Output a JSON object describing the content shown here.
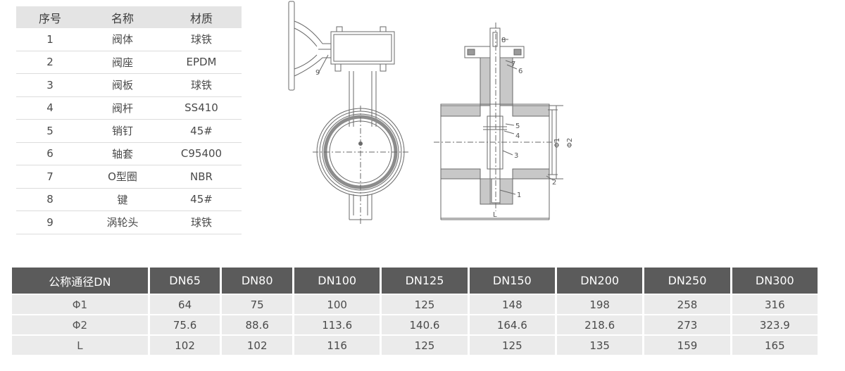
{
  "materials": {
    "headers": [
      "序号",
      "名称",
      "材质"
    ],
    "rows": [
      [
        "1",
        "阀体",
        "球铁"
      ],
      [
        "2",
        "阀座",
        "EPDM"
      ],
      [
        "3",
        "阀板",
        "球铁"
      ],
      [
        "4",
        "阀杆",
        "SS410"
      ],
      [
        "5",
        "销钉",
        "45#"
      ],
      [
        "6",
        "轴套",
        "C95400"
      ],
      [
        "7",
        "O型圈",
        "NBR"
      ],
      [
        "8",
        "键",
        "45#"
      ],
      [
        "9",
        "涡轮头",
        "球铁"
      ]
    ]
  },
  "drawing": {
    "callouts": [
      "1",
      "2",
      "3",
      "4",
      "5",
      "6",
      "7",
      "8",
      "9"
    ],
    "dim_labels": [
      "Φ1",
      "Φ2",
      "L"
    ]
  },
  "dimensions": {
    "header_label": "公称通径DN",
    "columns": [
      "DN65",
      "DN80",
      "DN100",
      "DN125",
      "DN150",
      "DN200",
      "DN250",
      "DN300"
    ],
    "rows": [
      {
        "label": "Φ1",
        "values": [
          "64",
          "75",
          "100",
          "125",
          "148",
          "198",
          "258",
          "316"
        ]
      },
      {
        "label": "Φ2",
        "values": [
          "75.6",
          "88.6",
          "113.6",
          "140.6",
          "164.6",
          "218.6",
          "273",
          "323.9"
        ]
      },
      {
        "label": "L",
        "values": [
          "102",
          "102",
          "116",
          "125",
          "125",
          "135",
          "159",
          "165"
        ]
      }
    ]
  }
}
